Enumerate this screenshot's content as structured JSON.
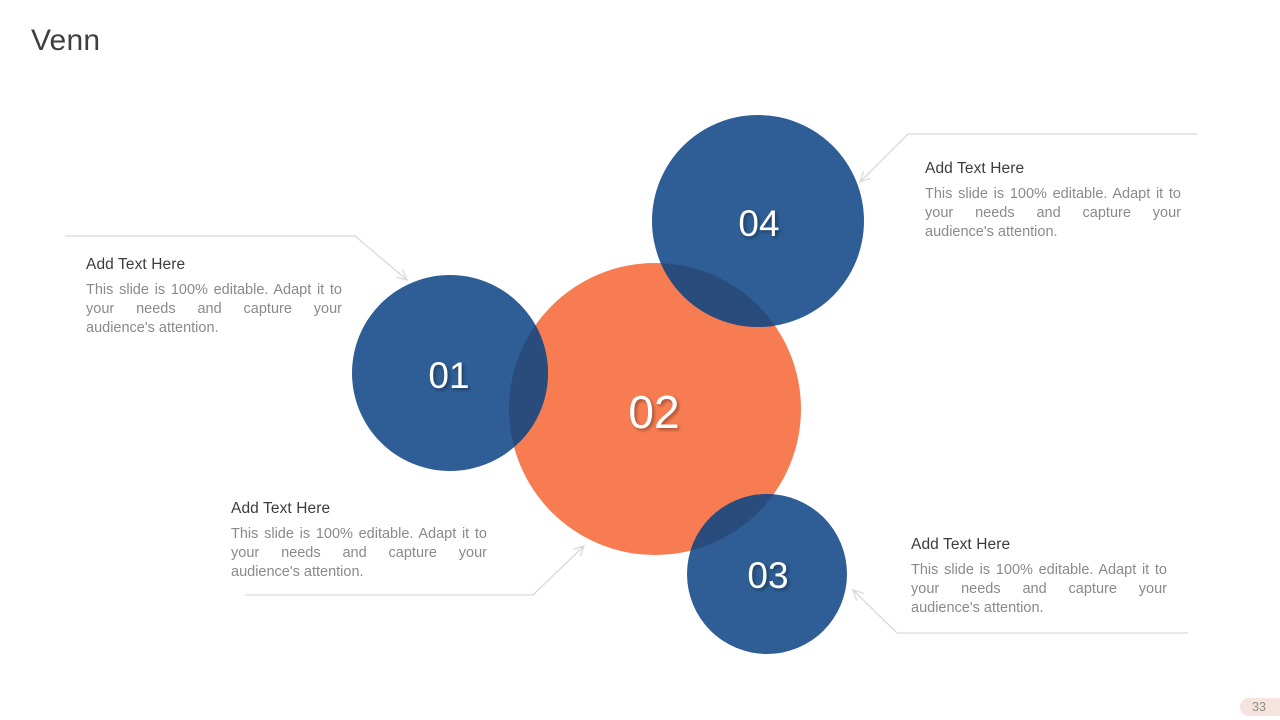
{
  "slide": {
    "title": "Venn",
    "page_number": "33"
  },
  "colors": {
    "blue": "#2e5e95",
    "blue_overlap": "#2a4c7c",
    "orange": "#f87c52",
    "callout_line": "#d9d9d9",
    "number_text": "#ffffff",
    "heading_text": "#3c3c3c",
    "body_text": "#8a8a8a",
    "badge_bg": "#f7e3de",
    "badge_text": "#8f8f8f"
  },
  "venn": {
    "circles": [
      {
        "label": "01"
      },
      {
        "label": "02"
      },
      {
        "label": "03"
      },
      {
        "label": "04"
      }
    ]
  },
  "callouts": [
    {
      "heading": "Add Text Here",
      "body": "This slide is 100% editable. Adapt it to your needs and capture your audience's attention."
    },
    {
      "heading": "Add Text Here",
      "body": "This slide is 100% editable. Adapt it to your needs and capture your audience's attention."
    },
    {
      "heading": "Add Text Here",
      "body": "This slide is 100% editable. Adapt it to your needs and capture your audience's attention."
    },
    {
      "heading": "Add Text Here",
      "body": "This slide is 100% editable. Adapt it to your needs and capture your audience's attention."
    }
  ]
}
